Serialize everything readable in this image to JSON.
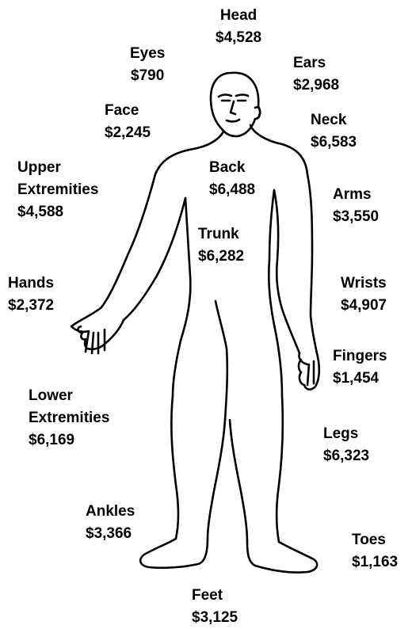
{
  "body_parts": {
    "head": {
      "name": "Head",
      "cost": "$4,528"
    },
    "eyes": {
      "name": "Eyes",
      "cost": "$790"
    },
    "ears": {
      "name": "Ears",
      "cost": "$2,968"
    },
    "face": {
      "name": "Face",
      "cost": "$2,245"
    },
    "neck": {
      "name": "Neck",
      "cost": "$6,583"
    },
    "upper_extremities": {
      "name1": "Upper",
      "name2": "Extremities",
      "cost": "$4,588"
    },
    "back": {
      "name": "Back",
      "cost": "$6,488"
    },
    "arms": {
      "name": "Arms",
      "cost": "$3,550"
    },
    "trunk": {
      "name": "Trunk",
      "cost": "$6,282"
    },
    "hands": {
      "name": "Hands",
      "cost": "$2,372"
    },
    "wrists": {
      "name": "Wrists",
      "cost": "$4,907"
    },
    "fingers": {
      "name": "Fingers",
      "cost": "$1,454"
    },
    "lower_extremities": {
      "name1": "Lower",
      "name2": "Extremities",
      "cost": "$6,169"
    },
    "legs": {
      "name": "Legs",
      "cost": "$6,323"
    },
    "ankles": {
      "name": "Ankles",
      "cost": "$3,366"
    },
    "toes": {
      "name": "Toes",
      "cost": "$1,163"
    },
    "feet": {
      "name": "Feet",
      "cost": "$3,125"
    }
  },
  "colors": {
    "outline": "#000000",
    "text": "#000000",
    "background": "#ffffff"
  }
}
